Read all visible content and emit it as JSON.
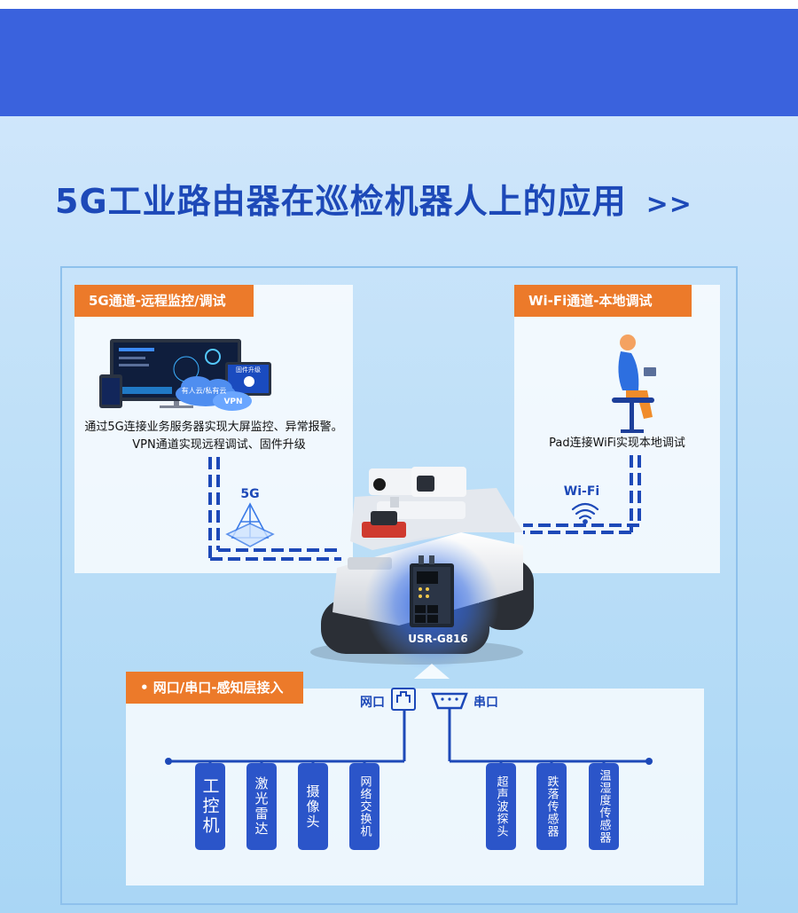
{
  "title": "5G工业路由器在巡检机器人上的应用",
  "title_arrows": ">>",
  "panel_5g": {
    "tag": "5G通道-远程监控/调试",
    "desc_line1": "通过5G连接业务服务器实现大屏监控、异常报警。",
    "desc_line2": "VPN通道实现远程调试、固件升级",
    "cloud_label": "有人云/私有云",
    "vpn_label": "VPN",
    "screen_badge": "固件升级",
    "signal_label": "5G"
  },
  "panel_wifi": {
    "tag": "Wi-Fi通道-本地调试",
    "desc": "Pad连接WiFi实现本地调试",
    "signal_label": "Wi-Fi"
  },
  "router": {
    "model": "USR-G816"
  },
  "perception": {
    "tag": "• 网口/串口-感知层接入",
    "ethernet_label": "网口",
    "serial_label": "串口",
    "ethernet_devices": [
      "工控机",
      "激光雷达",
      "摄像头",
      "网络交换机"
    ],
    "serial_devices": [
      "超声波探头",
      "跌落传感器",
      "温湿度传感器"
    ]
  },
  "colors": {
    "band": "#3a62dd",
    "accent": "#ec7a2a",
    "primary": "#2b55c9",
    "title": "#1d49b8"
  }
}
